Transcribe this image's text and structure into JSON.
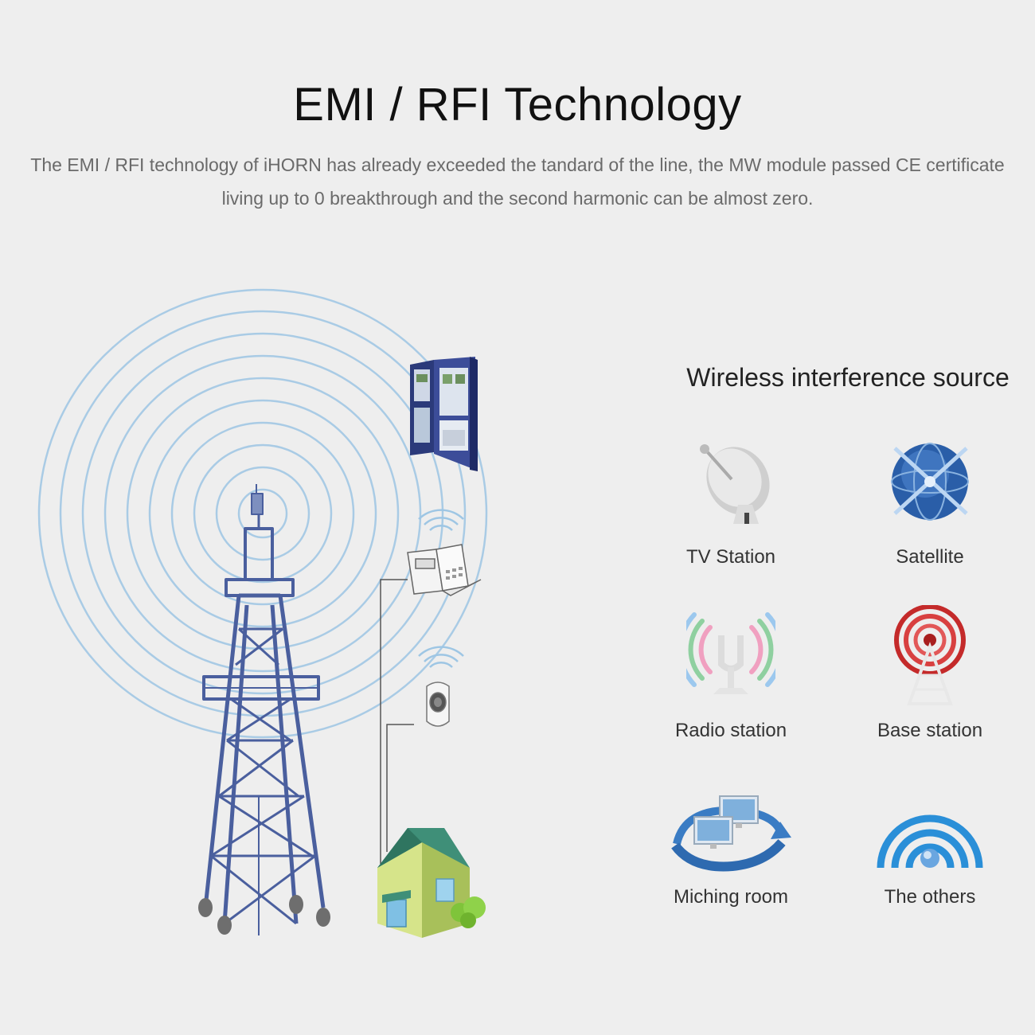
{
  "header": {
    "title": "EMI / RFI Technology",
    "description": "The EMI / RFI technology of iHORN has already exceeded the tandard of the line, the MW module passed CE certificate living up to 0 breakthrough and the second harmonic can be almost zero."
  },
  "panel": {
    "title": "Wireless interference source",
    "sources": [
      {
        "label": "TV Station",
        "icon": "satellite-dish-icon"
      },
      {
        "label": "Satellite",
        "icon": "globe-satellite-icon"
      },
      {
        "label": "Radio station",
        "icon": "radio-station-icon"
      },
      {
        "label": "Base station",
        "icon": "base-station-icon"
      },
      {
        "label": "Miching room",
        "icon": "computer-room-icon"
      },
      {
        "label": "The others",
        "icon": "wifi-signal-icon"
      }
    ]
  },
  "colors": {
    "background": "#eeeeee",
    "signal_rings": "#9ec6e4",
    "tower": "#4a5f9e",
    "house_roof": "#3f8f78",
    "house_wall": "#d6e48a"
  }
}
